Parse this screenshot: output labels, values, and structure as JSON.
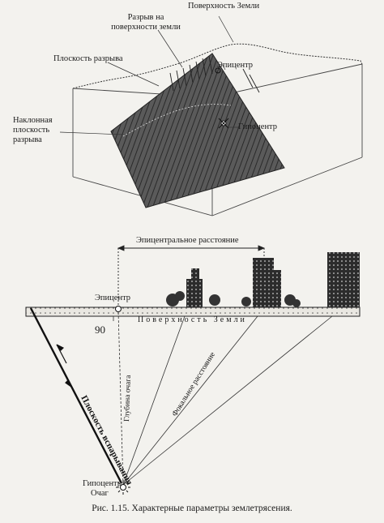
{
  "top_diagram": {
    "surface_label": "Поверхность Земли",
    "rupture_at_surface_label": "Разрыв на поверхности земли",
    "fault_plane_label": "Плоскость разрыва",
    "inclined_plane_label": "Наклонная плоскость разрыва",
    "epicenter_label": "Эпицентр",
    "hypocenter_label": "Гипоцентр"
  },
  "bottom_diagram": {
    "epicentral_distance_label": "Эпицентральное расстояние",
    "epicenter_label": "Эпицентр",
    "angle_label": "90",
    "surface_label": "Поверхность Земли",
    "fault_plane_label": "Плоскость вспарывания",
    "focal_depth_label": "Глубина очага",
    "focal_distance_label": "Фокальное расстояние",
    "hypocenter_label": "Гипоцентр",
    "focus_label": "Очаг"
  },
  "caption": "Рис. 1.15.  Характерные параметры землетрясения."
}
